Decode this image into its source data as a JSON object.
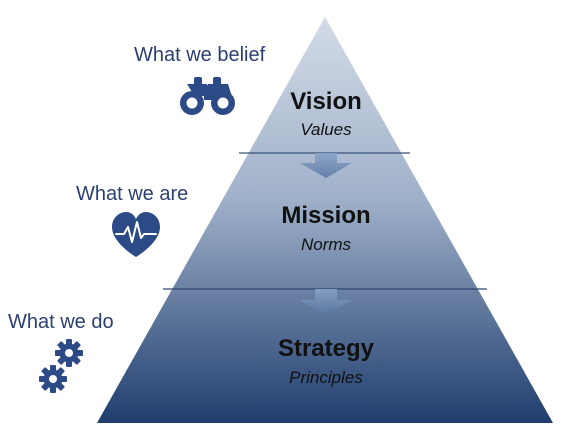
{
  "colors": {
    "pyramid_top": "#d3dbe7",
    "pyramid_bottom": "#1f3e6e",
    "icon": "#2b4a86",
    "label_text": "#2b3f73",
    "arrow": "#6f8cb4"
  },
  "tiers": [
    {
      "title": "Vision",
      "subtitle": "Values"
    },
    {
      "title": "Mission",
      "subtitle": "Norms"
    },
    {
      "title": "Strategy",
      "subtitle": "Principles"
    }
  ],
  "side_labels": [
    {
      "text": "What we belief",
      "icon": "binoculars-icon"
    },
    {
      "text": "What we are",
      "icon": "heart-pulse-icon"
    },
    {
      "text": "What we do",
      "icon": "gears-icon"
    }
  ]
}
